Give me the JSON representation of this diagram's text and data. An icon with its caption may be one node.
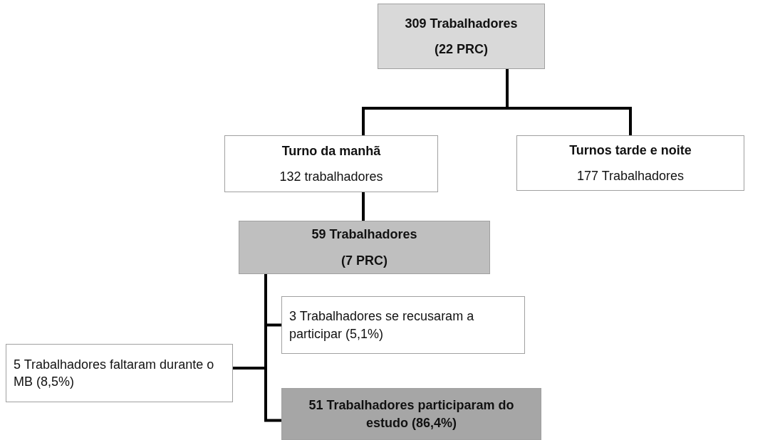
{
  "diagram": {
    "nodes": [
      {
        "text": [
          "309 Trabalhadores",
          "(22 PRC)"
        ]
      },
      {
        "text": [
          "Turno da manhã",
          "132 trabalhadores"
        ]
      },
      {
        "text": [
          "Turnos tarde e noite",
          "177 Trabalhadores"
        ]
      },
      {
        "text": [
          "59 Trabalhadores",
          "(7 PRC)"
        ]
      },
      {
        "text": [
          "3 Trabalhadores se recusaram a participar (5,1%)"
        ]
      },
      {
        "text": [
          "5 Trabalhadores faltaram durante o MB (8,5%)"
        ]
      },
      {
        "text": [
          "51 Trabalhadores participaram do estudo (86,4%)"
        ]
      }
    ],
    "edges": [
      {
        "from": 0,
        "to": 1,
        "arrow": "none"
      },
      {
        "from": 0,
        "to": 2,
        "arrow": "none"
      },
      {
        "from": 1,
        "to": 3,
        "arrow": "none"
      },
      {
        "from": 3,
        "to": 4,
        "arrow": "none"
      },
      {
        "from": 3,
        "to": 5,
        "arrow": "none"
      },
      {
        "from": 3,
        "to": 6,
        "arrow": "none"
      }
    ]
  }
}
